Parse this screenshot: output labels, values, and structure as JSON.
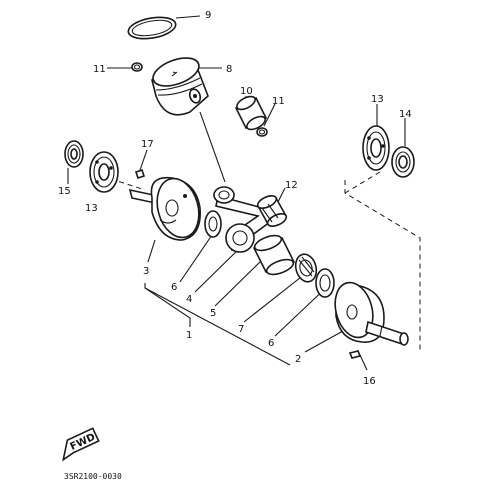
{
  "diagram": {
    "part_code": "3SR2100-0030",
    "fwd_label": "FWD",
    "callouts": {
      "c1": "1",
      "c2": "2",
      "c3": "3",
      "c4": "4",
      "c5": "5",
      "c6a": "6",
      "c6b": "6",
      "c7": "7",
      "c8": "8",
      "c9": "9",
      "c10": "10",
      "c11a": "11",
      "c11b": "11",
      "c12": "12",
      "c13a": "13",
      "c13b": "13",
      "c14": "14",
      "c15": "15",
      "c16": "16",
      "c17": "17"
    }
  }
}
